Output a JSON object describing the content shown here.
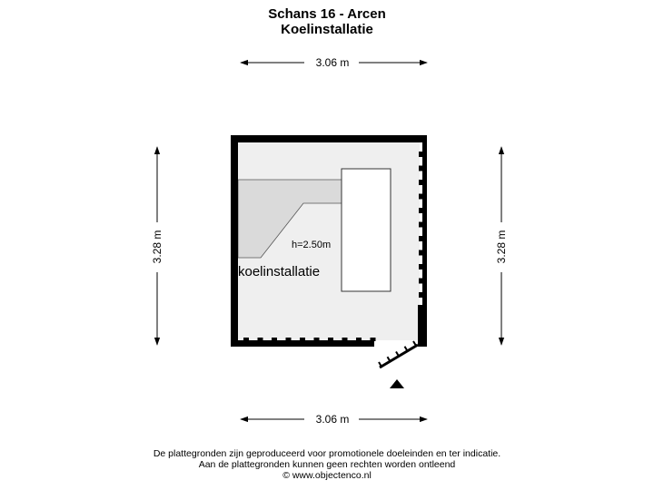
{
  "header": {
    "title": "Schans 16 - Arcen",
    "subtitle": "Koelinstallatie"
  },
  "dimensions": {
    "top_width": "3.06 m",
    "bottom_width": "3.06 m",
    "left_height": "3.28 m",
    "right_height": "3.28 m"
  },
  "room": {
    "name": "koelinstallatie",
    "height_label": "h=2.50m"
  },
  "footer": {
    "line1": "De plattegronden zijn geproduceerd voor promotionele doeleinden en ter indicatie.",
    "line2": "Aan de plattegronden kunnen geen rechten worden ontleend",
    "line3": "© www.objectenco.nl"
  },
  "colors": {
    "floor": "#efefef",
    "stair": "#dadada",
    "wall": "#000000"
  }
}
